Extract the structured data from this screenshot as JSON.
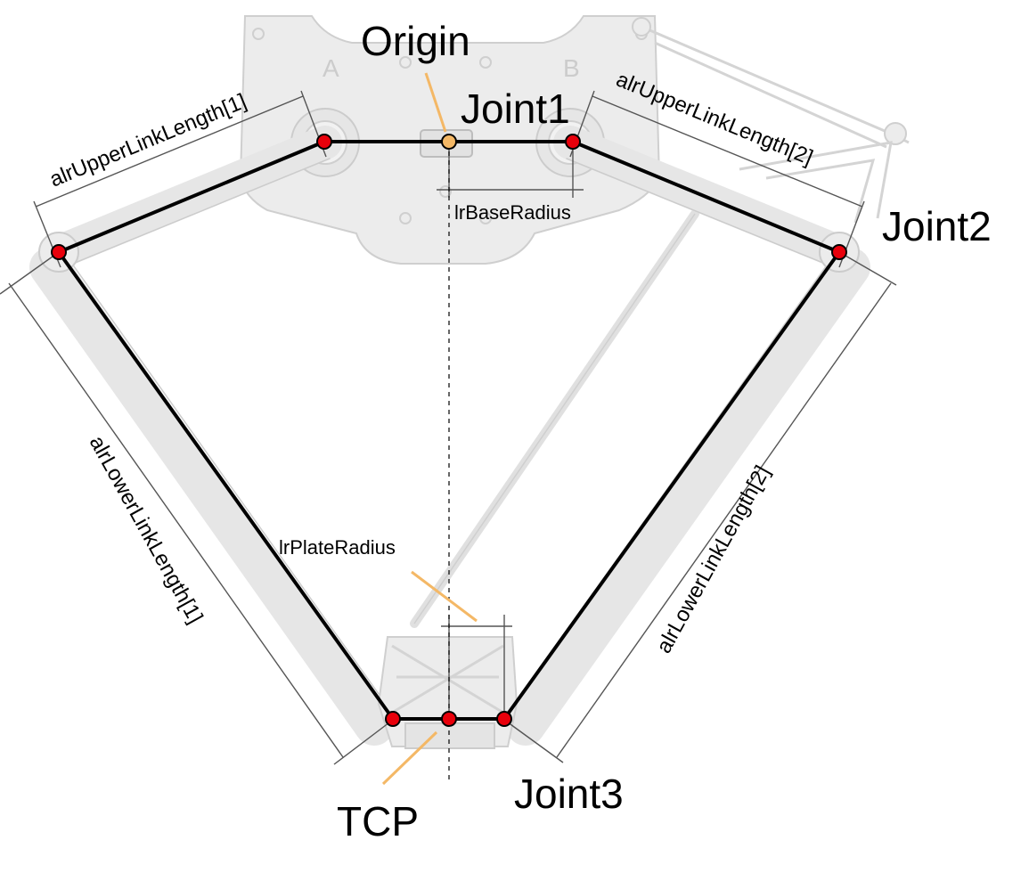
{
  "labels": {
    "origin": "Origin",
    "joint1": "Joint1",
    "joint2": "Joint2",
    "joint3": "Joint3",
    "tcp": "TCP",
    "base_radius": "lrBaseRadius",
    "plate_radius": "lrPlateRadius",
    "upper_link_1": "alrUpperLinkLength[1]",
    "upper_link_2": "alrUpperLinkLength[2]",
    "lower_link_1": "alrLowerLinkLength[1]",
    "lower_link_2": "alrLowerLinkLength[2]",
    "arm_a": "A",
    "arm_b": "B"
  },
  "colors": {
    "joint_marker": "#e8000b",
    "origin_marker": "#f4b866",
    "leader_line": "#f4b866",
    "kinematic_line": "#000000",
    "background_part": "#ececec"
  }
}
